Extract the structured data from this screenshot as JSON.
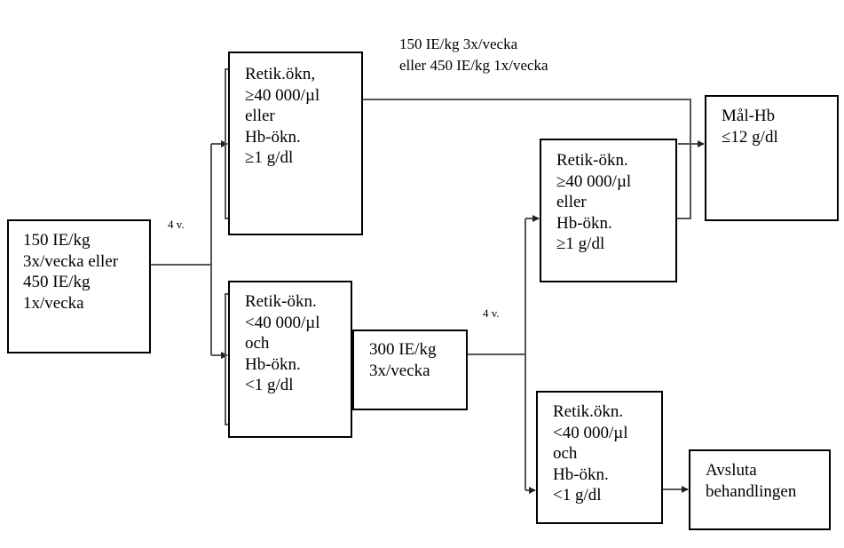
{
  "diagram": {
    "start": {
      "lines": [
        "150 IE/kg",
        "3x/vecka eller",
        "450 IE/kg",
        "1x/vecka"
      ]
    },
    "response_good_1": {
      "lines": [
        "Retik.ökn,",
        "≥40 000/µl",
        "eller",
        "Hb-ökn.",
        "≥1 g/dl"
      ]
    },
    "response_poor_1": {
      "lines": [
        "Retik-ökn.",
        "<40 000/µl",
        "och",
        "Hb-ökn.",
        "<1 g/dl"
      ]
    },
    "increased_dose": {
      "lines": [
        "300 IE/kg",
        "3x/vecka"
      ]
    },
    "response_good_2": {
      "lines": [
        "Retik-ökn.",
        "≥40 000/µl",
        "eller",
        "Hb-ökn.",
        "≥1 g/dl"
      ]
    },
    "response_poor_2": {
      "lines": [
        "Retik.ökn.",
        "<40 000/µl",
        "och",
        "Hb-ökn.",
        "<1 g/dl"
      ]
    },
    "target": {
      "lines": [
        "Mål-Hb",
        "≤12 g/dl"
      ]
    },
    "stop": {
      "lines": [
        "Avsluta",
        "behandlingen"
      ]
    },
    "labels": {
      "weeks_1": "4 v.",
      "weeks_2": "4 v.",
      "continue_dose": [
        "150 IE/kg 3x/vecka",
        "eller 450 IE/kg 1x/vecka"
      ]
    }
  }
}
